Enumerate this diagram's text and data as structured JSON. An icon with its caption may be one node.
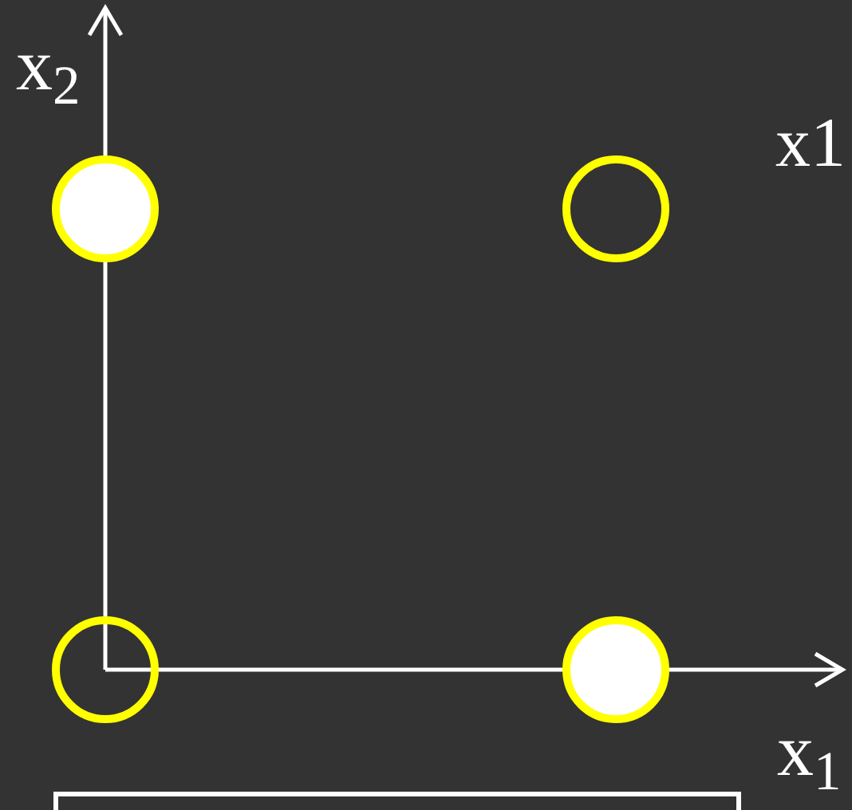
{
  "diagram": {
    "labels": [
      "x$_{2}$",
      "x1",
      "x$_{1}$"
    ]
  }
}
